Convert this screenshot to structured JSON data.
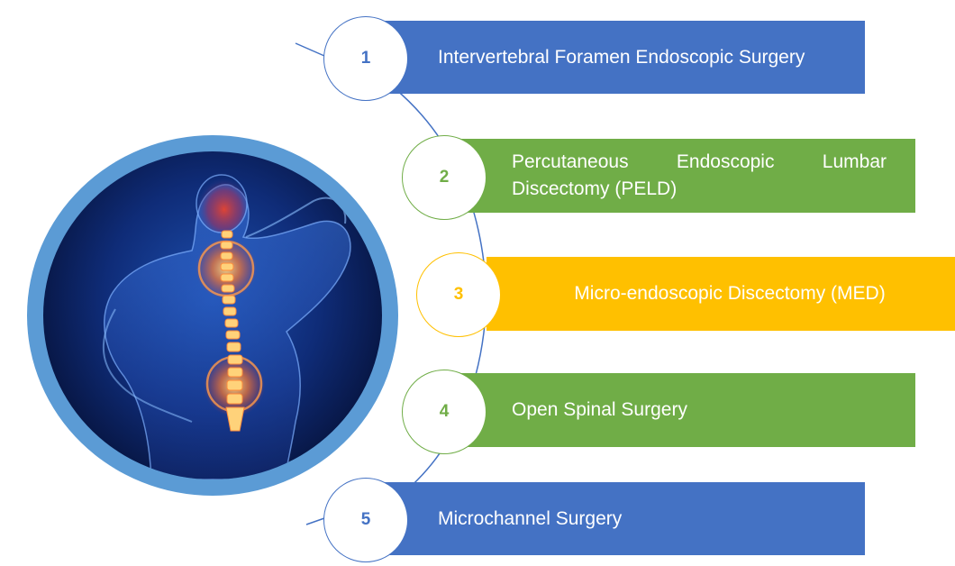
{
  "steps": [
    {
      "number": "1",
      "label": "Intervertebral Foramen Endoscopic Surgery",
      "color": "#4472c4"
    },
    {
      "number": "2",
      "label": "Percutaneous Endoscopic Lumbar Discectomy (PELD)",
      "color": "#70ad47"
    },
    {
      "number": "3",
      "label": "Micro-endoscopic Discectomy (MED)",
      "color": "#ffc000"
    },
    {
      "number": "4",
      "label": "Open Spinal Surgery",
      "color": "#70ad47"
    },
    {
      "number": "5",
      "label": "Microchannel Surgery",
      "color": "#4472c4"
    }
  ],
  "image": {
    "icon": "spine-pain-illustration",
    "ring_color": "#5b9bd5"
  }
}
